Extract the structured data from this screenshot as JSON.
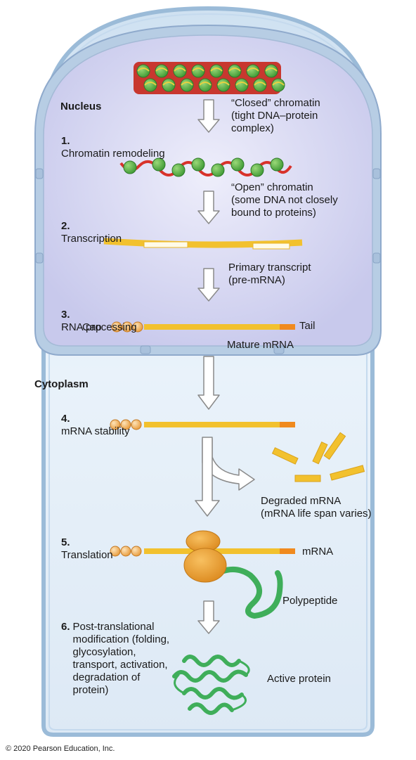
{
  "regions": {
    "nucleus": "Nucleus",
    "cytoplasm": "Cytoplasm"
  },
  "steps": [
    {
      "num": "1.",
      "text": "Chromatin remodeling"
    },
    {
      "num": "2.",
      "text": "Transcription"
    },
    {
      "num": "3.",
      "text": "RNA processing"
    },
    {
      "num": "4.",
      "text": "mRNA stability"
    },
    {
      "num": "5.",
      "text": "Translation"
    },
    {
      "num": "6.",
      "text": "Post-translational\nmodification (folding,\nglycosylation,\ntransport, activation,\ndegradation of\nprotein)"
    }
  ],
  "annotations": {
    "closed_chromatin": "“Closed” chromatin\n(tight DNA–protein\ncomplex)",
    "open_chromatin": "“Open” chromatin\n(some DNA not closely\nbound to proteins)",
    "primary_transcript": "Primary transcript\n(pre-mRNA)",
    "cap": "Cap",
    "tail": "Tail",
    "mature_mrna": "Mature mRNA",
    "degraded_mrna": "Degraded mRNA\n(mRNA life span varies)",
    "mrna": "mRNA",
    "polypeptide": "Polypeptide",
    "active_protein": "Active protein"
  },
  "copyright": "© 2020 Pearson Education, Inc.",
  "colors": {
    "membrane": "#b9d3ea",
    "nucleus_fill": "#dcdcf3",
    "mrna": "#f2c12e",
    "tail": "#f08a1e",
    "cap": "#f5b461",
    "ribosome": "#f0a030",
    "nucleosome": "#5cb84a",
    "dna": "#d8322b",
    "protein": "#3fae5a"
  }
}
